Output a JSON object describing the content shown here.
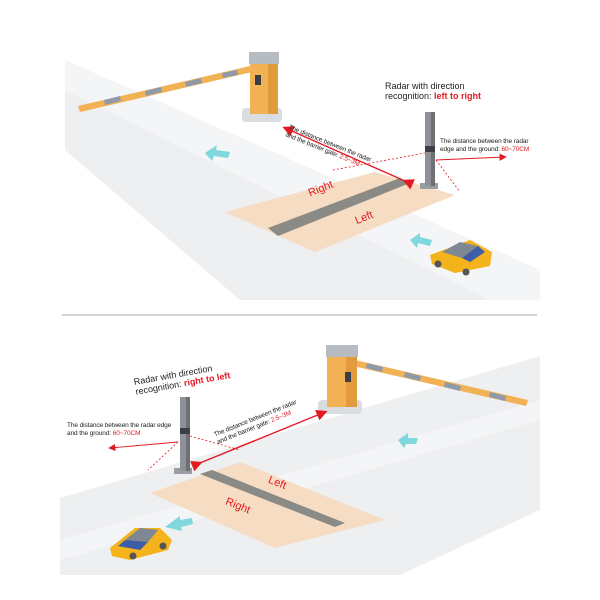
{
  "diagrams": [
    {
      "id": "top",
      "radar_caption_line1": "Radar with direction",
      "radar_caption_prefix": "recognition: ",
      "radar_caption_direction": "left to right",
      "distance_gate_line1": "The distance between the radar",
      "distance_gate_line2_prefix": "and the barrier gate: ",
      "distance_gate_value": "2.5~3M",
      "distance_ground_line1": "The distance between the radar",
      "distance_ground_line2_prefix": "edge and the ground: ",
      "distance_ground_value": "60~70CM",
      "zone_upper": "Right",
      "zone_lower": "Left"
    },
    {
      "id": "bottom",
      "radar_caption_line1": "Radar with direction",
      "radar_caption_prefix": "recognition: ",
      "radar_caption_direction": "right to left",
      "distance_gate_line1": "The distance between the radar",
      "distance_gate_line2_prefix": "and the barrier gate: ",
      "distance_gate_value": "2.5~3M",
      "distance_ground_line1": "The distance between the radar edge",
      "distance_ground_line2_prefix": "and the ground: ",
      "distance_ground_value": "60~70CM",
      "zone_upper": "Left",
      "zone_lower": "Right"
    }
  ],
  "colors": {
    "accent_red": "#e21b23",
    "barrier_orange": "#f2b155",
    "road": "#eeeff1",
    "detection_zone": "#f6dcc2",
    "loop_stripe": "#8a8a86",
    "arrow_cyan": "#7fd8de",
    "car_yellow": "#f4b31b",
    "car_window": "#3d5da8"
  }
}
